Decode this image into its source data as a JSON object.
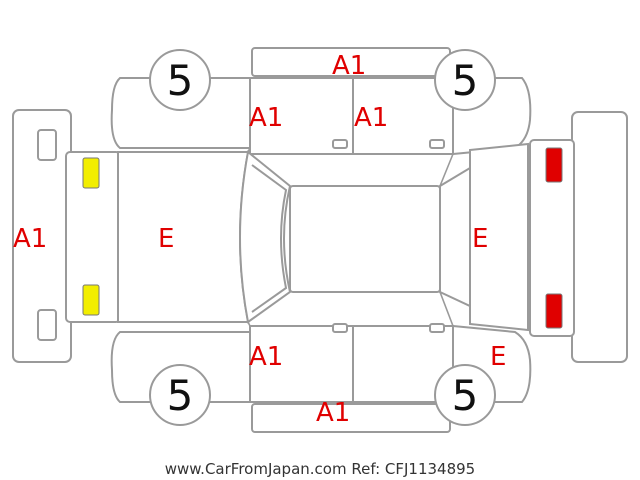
{
  "labels": {
    "roof_top": "A1",
    "door_front_upper_left": "A1",
    "door_front_upper_right": "A1",
    "bumper_front": "A1",
    "hood": "E",
    "tailgate": "E",
    "door_lower_left": "A1",
    "quarter_lower_right": "E",
    "roof_bottom": "A1"
  },
  "wheels": {
    "top_left": "5",
    "top_right": "5",
    "bottom_left": "5",
    "bottom_right": "5"
  },
  "lights": {
    "front_color": "#f2ee00",
    "rear_color": "#e00000"
  },
  "footer": {
    "text": "www.CarFromJapan.com Ref: CFJ1134895"
  }
}
